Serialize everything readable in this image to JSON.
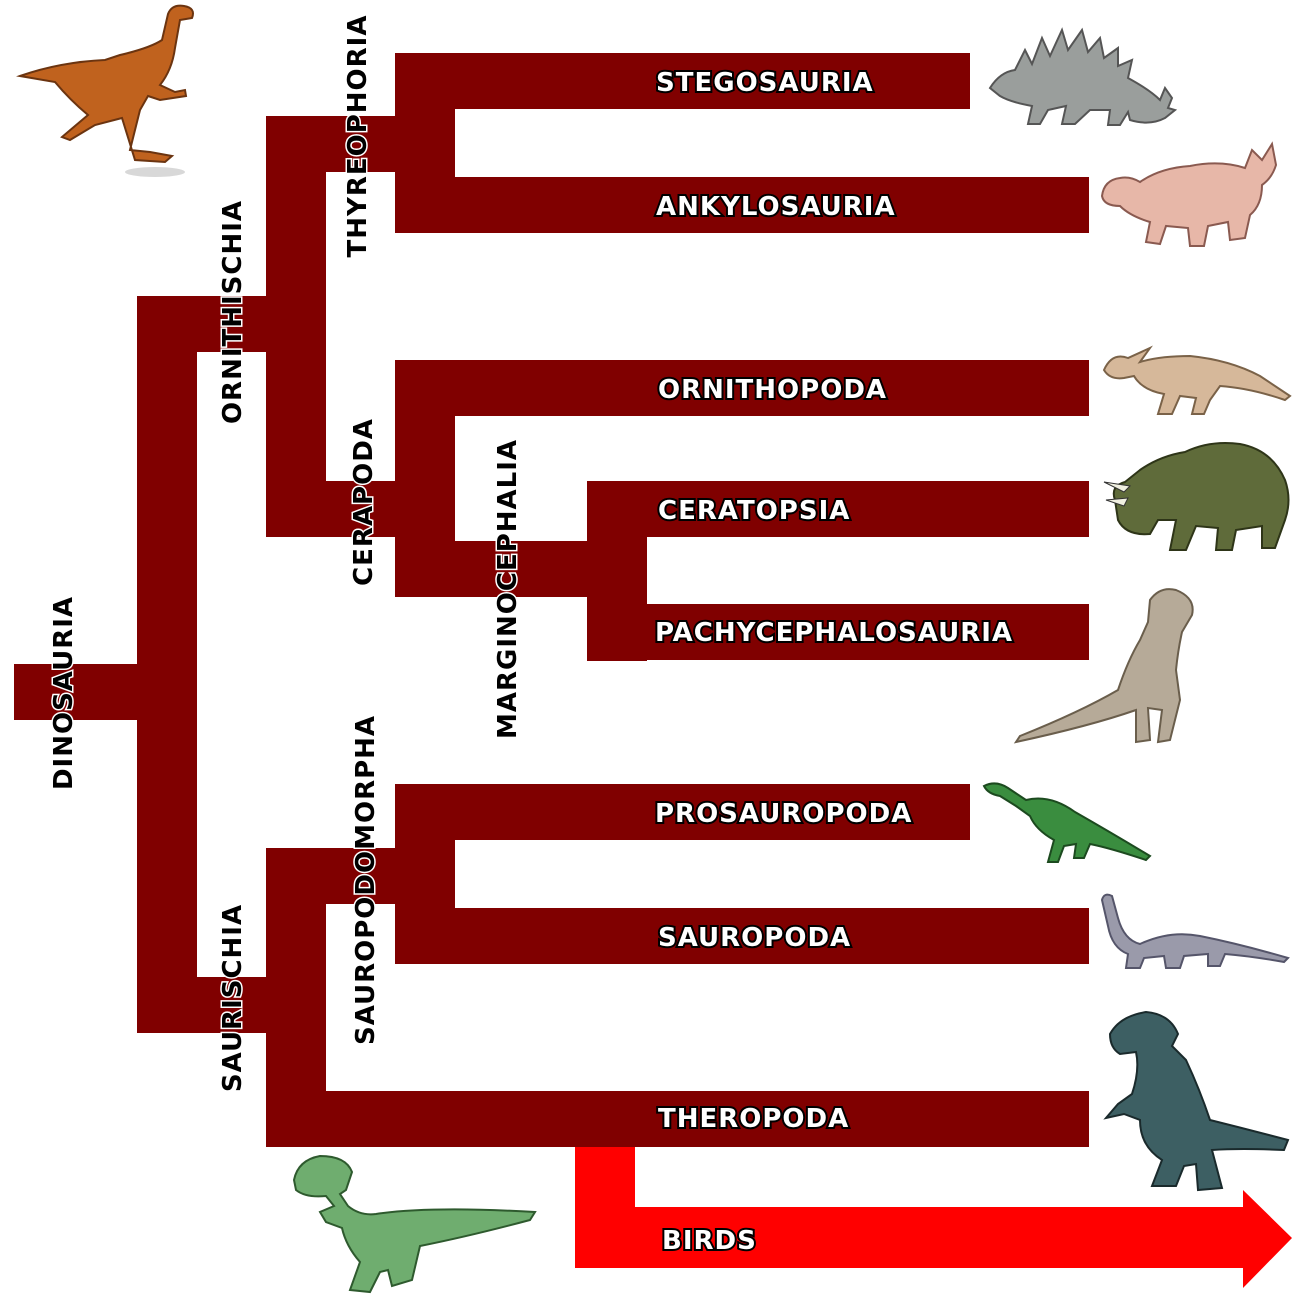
{
  "colors": {
    "branch": "#800000",
    "birds_arrow": "#ff0000",
    "label_fill": "#ffffff",
    "label_outline": "#000000"
  },
  "clades": {
    "dinosauria": "DINOSAURIA",
    "ornithischia": "ORNITHISCHIA",
    "saurischia": "SAURISCHIA",
    "thyreophoria": "THYREOPHORIA",
    "cerapoda": "CERAPODA",
    "marginocephalia": "MARGINOCEPHALIA",
    "sauropodomorpha": "SAUROPODOMORPHA"
  },
  "leaves": {
    "stegosauria": "STEGOSAURIA",
    "ankylosauria": "ANKYLOSAURIA",
    "ornithopoda": "ORNITHOPODA",
    "ceratopsia": "CERATOPSIA",
    "pachycephalosauria": "PACHYCEPHALOSAURIA",
    "prosauropoda": "PROSAUROPODA",
    "sauropoda": "SAUROPODA",
    "theropoda": "THEROPODA",
    "birds": "BIRDS"
  },
  "images": [
    {
      "name": "gallimimus-image",
      "color": "#c0621e"
    },
    {
      "name": "stegosaurus-image",
      "color": "#9a9e9c"
    },
    {
      "name": "ankylosaurus-image",
      "color": "#e7b7a8"
    },
    {
      "name": "hadrosaur-image",
      "color": "#d6b89a"
    },
    {
      "name": "triceratops-image",
      "color": "#5f6b3a"
    },
    {
      "name": "pachycephalosaurus-image",
      "color": "#b6aa98"
    },
    {
      "name": "prosauropod-image",
      "color": "#3a8d3f"
    },
    {
      "name": "sauropod-image",
      "color": "#9a9aaa"
    },
    {
      "name": "tyrannosaurus-image",
      "color": "#3d5f63"
    },
    {
      "name": "cartoon-trex-image",
      "color": "#6fad6f"
    }
  ]
}
